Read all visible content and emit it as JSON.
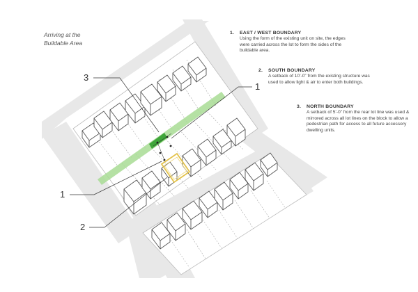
{
  "caption": {
    "line1": "Arriving at the",
    "line2": "Buildable Area"
  },
  "notes": [
    {
      "number": "1.",
      "title": "EAST / WEST BOUNDARY",
      "text": "Using the form of the existing unit on site, the edges were carried across the lot to form the sides of the buildable area."
    },
    {
      "number": "2.",
      "title": "SOUTH BOUNDARY",
      "text": "A setback of 10’-0” from the existing structure was used to allow light & air to enter both buildings."
    },
    {
      "number": "3.",
      "title": "NORTH BOUNDARY",
      "text": "A setback of 5’-0” from the rear lot line was used & mirrored across all lot lines on the block to allow a pedestrian path for access to all future accessory dwelling units."
    }
  ],
  "callouts": {
    "top_left": "3",
    "top_right": "1",
    "mid_left": "1",
    "bottom_left": "2"
  },
  "colors": {
    "path_green": "#9fd98a",
    "path_green_dark": "#3fa63a",
    "buildable_outline": "#e3c24a",
    "road": "#e6e6e6",
    "block": "#ffffff",
    "building_stroke": "#555555"
  }
}
